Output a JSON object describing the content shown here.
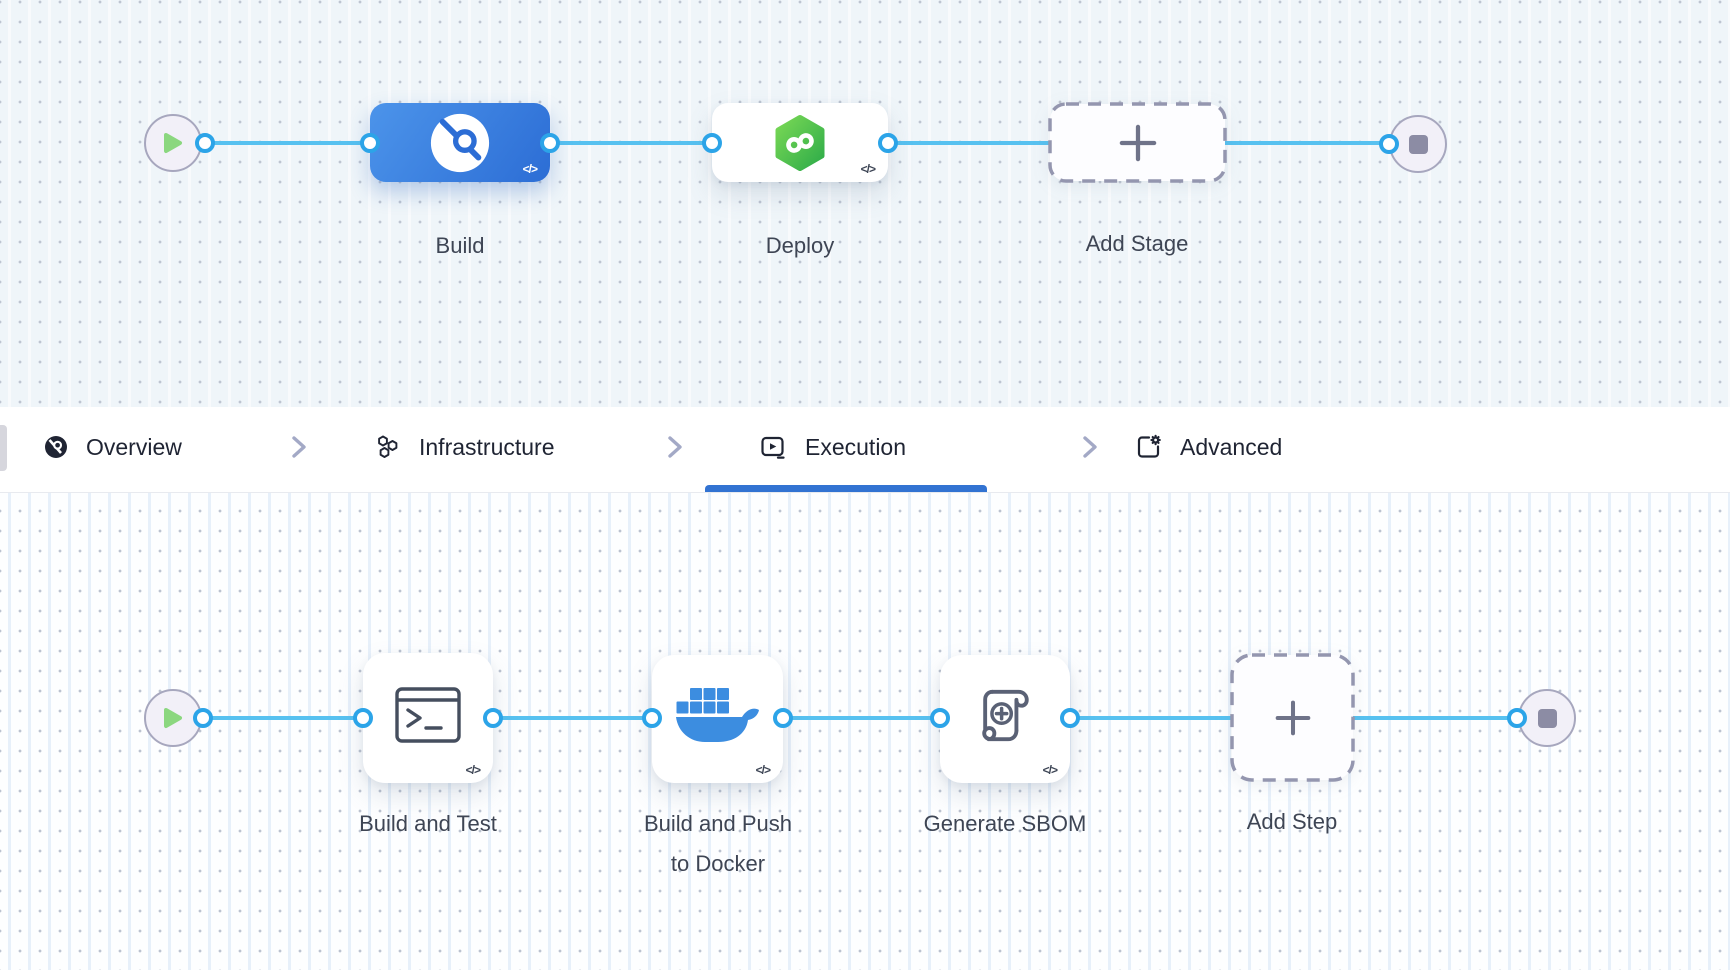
{
  "stage_pipeline": {
    "start_node": {
      "icon": "play-icon"
    },
    "end_node": {
      "icon": "stop-icon"
    },
    "stages": [
      {
        "label": "Build",
        "icon": "harness-ci-icon",
        "code_badge": "</>",
        "selected": true
      },
      {
        "label": "Deploy",
        "icon": "harness-cd-icon",
        "code_badge": "</>",
        "selected": false
      },
      {
        "label": "Add Stage",
        "icon": "plus-icon"
      }
    ]
  },
  "tab_bar": {
    "tabs": [
      {
        "label": "Overview",
        "icon": "overview-icon",
        "active": false
      },
      {
        "label": "Infrastructure",
        "icon": "infrastructure-icon",
        "active": false
      },
      {
        "label": "Execution",
        "icon": "execution-icon",
        "active": true
      },
      {
        "label": "Advanced",
        "icon": "advanced-icon",
        "active": false
      }
    ]
  },
  "step_pipeline": {
    "start_node": {
      "icon": "play-icon"
    },
    "end_node": {
      "icon": "stop-icon"
    },
    "steps": [
      {
        "label": "Build and Test",
        "icon": "terminal-icon",
        "code_badge": "</>"
      },
      {
        "label": "Build and Push to Docker",
        "icon": "docker-icon",
        "code_badge": "</>"
      },
      {
        "label": "Generate SBOM",
        "icon": "sbom-scroll-icon",
        "code_badge": "</>"
      },
      {
        "label": "Add Step",
        "icon": "plus-icon"
      }
    ]
  },
  "colors": {
    "connector_blue": "#57C1F0",
    "port_ring_blue": "#2CA4E8",
    "stage_build_blue": "#2C6DD5",
    "deploy_green": "#43BC4C",
    "docker_blue": "#3C8DE0",
    "active_tab_underline": "#3273D2",
    "canvas_top_bg": "#EFF5F9",
    "canvas_bottom_bg": "#FDFEFF"
  }
}
